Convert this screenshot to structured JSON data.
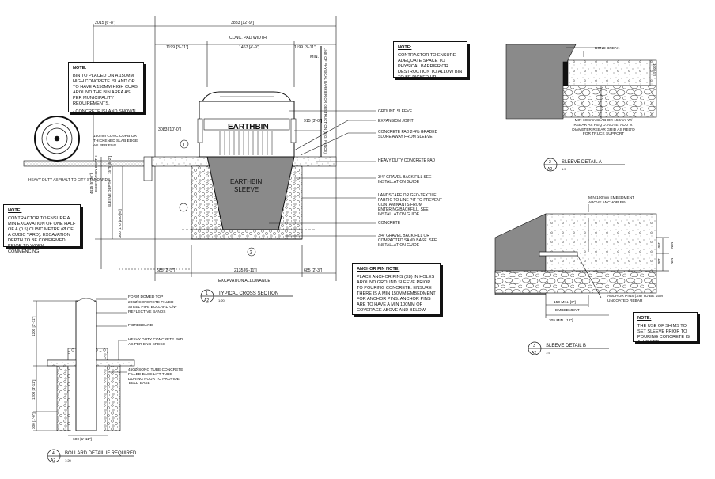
{
  "dimensions": {
    "overall": "3883 [12'-9\"]",
    "left_top": "2015 [6'-8\"]",
    "pad_width": "CONC. PAD WIDTH",
    "seg1": "1199 [3'-11\"]",
    "seg2": "1467 [4'-9\"]",
    "seg3": "1199 [3'-11\"]",
    "span_3083": "3083 [10'-0\"]",
    "right_915": "915 [3'-0\"]",
    "min": "MIN.",
    "left_face": "1279 [4'-2\"]",
    "excavation_depth_v": "EXCAVATION DEPTH",
    "sleeve_depth_v": "SLEEVE DEPTH",
    "dim_1575": "1575 [5'-2\"]",
    "dim_300": "300 [1'-0\"]",
    "dim_150": "150 [6\"]",
    "dim_4415": "4415 [5'-10\"]",
    "bottom_left": "685 [2'-3\"]",
    "bottom_mid": "2135 [6'-11\"]",
    "bottom_right": "685 [2'-3\"]",
    "excavation_allowance": "EXCAVATION ALLOWANCE",
    "bollard_1200": "1200 [3'-11\"]",
    "bollard_1200b": "1200 [3'-11\"]",
    "bollard_300": "300 [1'-0\"]",
    "bollard_600": "600 [1'-11\"]",
    "slab_100": "100 [4\"]",
    "sleeve_b_v1": "100",
    "sleeve_b_v2": "100",
    "sleeve_b_min1": "MIN.",
    "sleeve_b_min2": "MIN.",
    "sleeve_b_150": "150 MIN. [6\"]",
    "sleeve_b_embed": "EMBEDMENT",
    "sleeve_b_305": "305 MIN. [12\"]"
  },
  "labels": {
    "earthbin": "EARTHBIN",
    "earthbin_sleeve_1": "EARTHBIN",
    "earthbin_sleeve_2": "SLEEVE",
    "property_line": "LINE OF PHYSICAL BARRIER OR OBSTRUCTION (E.G. FENCE)",
    "left_curb": "150mm CONC CURB OR THICKENED SLAB EDGE AS PER ENG.",
    "left_asphalt": "HEAVY DUTY ASPHALT TO CITY STANDARDS",
    "callouts": [
      "GROUND SLEEVE",
      "EXPANSION JOINT",
      "CONCRETE PAD 2-4% GRADED SLOPE AWAY FROM SLEEVE",
      "HEAVY DUTY CONCRETE PAD",
      "3/4\" GRAVEL BACK FILL SEE INSTALLATION GUIDE",
      "LANDSCAPE OR GEO-TEXTILE FABRIC TO LINE PIT TO PREVENT CONTAMINANTS FROM ENTERING BACKFILL. SEE INSTALLATION GUIDE",
      "CONCRETE",
      "3/4\" GRAVEL BACK FILL OR COMPACTED SAND BASE. SEE INSTALLATION GUIDE"
    ],
    "bollard_callouts": [
      "FORM DOMED TOP",
      "200Ø CONCRETE FILLED STEEL PIPE BOLLARD C/W REFLECTIVE BANDS",
      "FIBREBOARD",
      "HEAVY DUTY CONCRETE PAD AS PER ENG SPECS",
      "450Ø SONO TUBE CONCRETE FILLED BASE LIFT TUBE DURING POUR TO PROVIDE 'BELL' BASE"
    ],
    "bond_break": "BOND BREAK",
    "sleeve_a_note": "MIN 100mm SLAB OR 150mm W/ REBAR AS REQ'D. NOTE: ADD 'X' DIAMETER REBAR GRID AS REQ'D FOR TRUCK SUPPORT",
    "min_embed": "MIN 100mm EMBEDMENT ABOVE ANCHOR PIN",
    "anchor_pins": "ANCHOR PINS (X8) TO BE 15M UNCOATED REBAR"
  },
  "notes": {
    "note1": {
      "heading": "NOTE:",
      "paragraphs": [
        "BIN TO PLACED ON A 150mm HIGH CONCRETE ISLAND OR TO HAVE A 150MM HIGH CURB AROUND THE BIN AREA AS PER MUNICIPALITY REQUIREMENTS.",
        "- CONCRETE ISLAND SHOWN"
      ]
    },
    "note2": {
      "heading": "NOTE:",
      "paragraphs": [
        "CONTRACTOR TO ENSURE ADEQUATE SPACE TO PHYSICAL BARRIER OR DESTRUCTION TO ALLOW BIN TO BE PICKED UP."
      ]
    },
    "note3": {
      "heading": "NOTE:",
      "paragraphs": [
        "CONTRACTOR TO ENSURE A MIN EXCAVATION OF ONE HALF OF A (0.5) CUBIC METRE (Ø OF A CUBIC YARD). EXCAVATION DEPTH TO BE CONFIRMED PRIOR TO WORK COMMENCING."
      ]
    },
    "note4": {
      "heading": "ANCHOR PIN NOTE:",
      "paragraphs": [
        "PLACE ANCHOR PINS (X8) IN HOLES AROUND GROUND SLEEVE PRIOR TO POURING CONCRETE. ENSURE THERE IS A MIN 150mm EMBEDMENT FOR ANCHOR PINS. ANCHOR PINS ARE TO HAVE A MIN 100mm OF COVERAGE ABOVE AND BELOW."
      ]
    },
    "note5": {
      "heading": "NOTE:",
      "paragraphs": [
        "THE USE OF SHIMS TO SET SLEEVE PRIOR TO POURING CONCRETE IS ALLOWED."
      ]
    }
  },
  "titles": {
    "typical": {
      "num": "1",
      "sheet": "A2",
      "title": "TYPICAL CROSS SECTION",
      "scale": "1:20"
    },
    "sleeve_a": {
      "num": "2",
      "sheet": "A2",
      "title": "SLEEVE DETAIL A",
      "scale": "1:5"
    },
    "sleeve_b": {
      "num": "3",
      "sheet": "A2",
      "title": "SLEEVE DETAIL B",
      "scale": "1:5"
    },
    "bollard": {
      "num": "4",
      "sheet": "A2",
      "title": "BOLLARD DETAIL IF REQUIRED",
      "scale": "1:20"
    }
  },
  "markers": {
    "m1": "1",
    "m2": "2",
    "m3": "3",
    "m4": "4"
  }
}
